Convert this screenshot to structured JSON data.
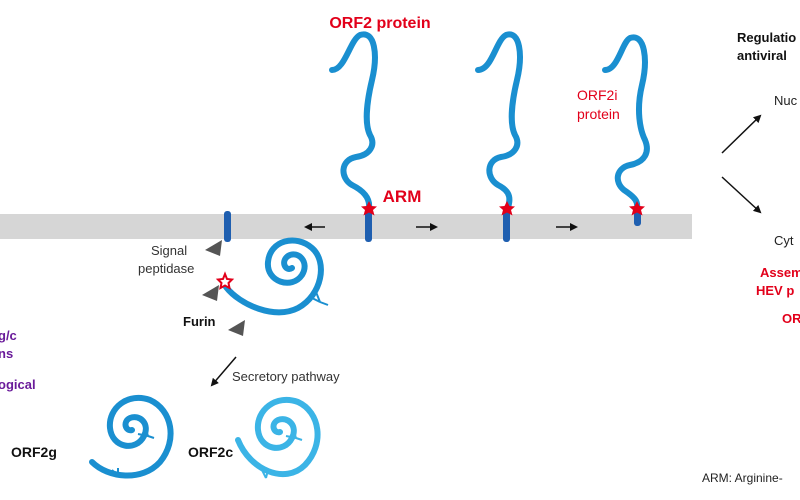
{
  "labels": {
    "orf2_protein": "ORF2 protein",
    "arm": "ARM",
    "orf2i_line1": "ORF2i",
    "orf2i_line2": "protein",
    "regulation_line1": "Regulatio",
    "regulation_line2": "antiviral",
    "nuc": "Nuc",
    "cyt": "Cyt",
    "assembly_line1": "Assem",
    "assembly_line2": "HEV p",
    "orf_partial": "ORF",
    "signal_line1": "Signal",
    "signal_line2": "peptidase",
    "furin": "Furin",
    "secretory": "Secretory pathway",
    "left_line1": "g/c",
    "left_line2": "ns",
    "left_line3": "ogical",
    "orf2g": "ORF2g",
    "orf2c": "ORF2c",
    "arm_legend": "ARM: Arginine-"
  },
  "colors": {
    "protein_blue": "#1a8fd0",
    "marker_blue": "#1f5fb0",
    "membrane_gray": "#d6d6d6",
    "arm_star_red": "#e2001a",
    "cleavage_gray": "#555555",
    "orf2c_light_blue": "#3bb4e6",
    "text_red": "#e2001a",
    "text_purple": "#6a1b9a"
  },
  "icons": {
    "arm_marker": "red-star-icon",
    "cleavage_marker": "gray-triangle-icon",
    "cleavage_site": "open-star-icon"
  }
}
